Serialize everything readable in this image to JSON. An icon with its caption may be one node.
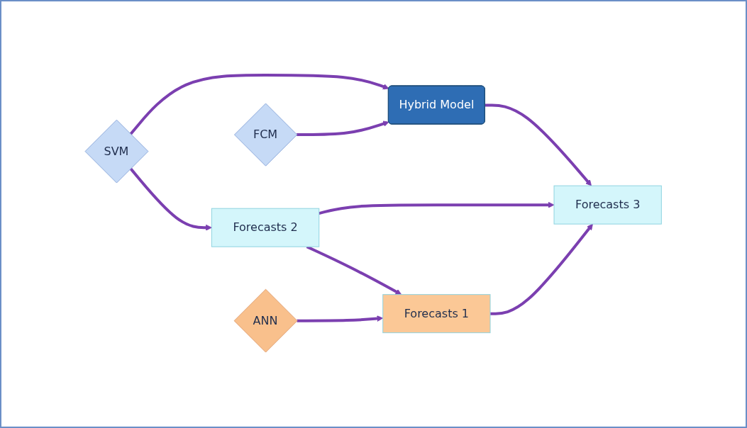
{
  "diagram": {
    "nodes": [
      {
        "text": [
          "SVM"
        ]
      },
      {
        "text": [
          "Forecasts 2"
        ]
      },
      {
        "text": [
          "FCM"
        ]
      },
      {
        "text": [
          "Hybrid Model"
        ]
      },
      {
        "text": [
          "Forecasts 3"
        ]
      },
      {
        "text": [
          "ANN"
        ]
      },
      {
        "text": [
          "Forecasts 1"
        ]
      }
    ],
    "edges": [
      {
        "from": 0,
        "to": 1,
        "arrow": "to"
      },
      {
        "from": 0,
        "to": 3,
        "arrow": "to"
      },
      {
        "from": 2,
        "to": 3,
        "arrow": "to"
      },
      {
        "from": 3,
        "to": 4,
        "arrow": "to"
      },
      {
        "from": 1,
        "to": 4,
        "arrow": "to"
      },
      {
        "from": 1,
        "to": 6,
        "arrow": "to"
      },
      {
        "from": 5,
        "to": 6,
        "arrow": "to"
      },
      {
        "from": 6,
        "to": 4,
        "arrow": "to"
      }
    ]
  }
}
